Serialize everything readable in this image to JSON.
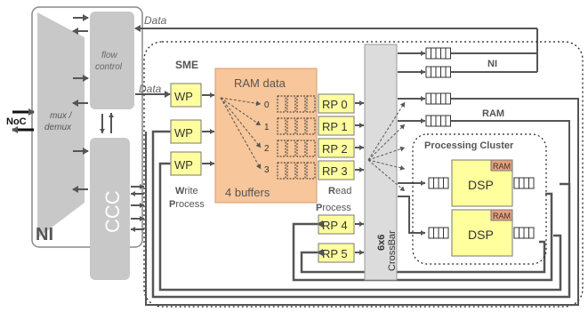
{
  "labels": {
    "data_top": "Data",
    "data_mid": "Data",
    "flow_control_1": "flow",
    "flow_control_2": "control",
    "mux_1": "mux /",
    "mux_2": "demux",
    "noc": "NoC",
    "ni_big": "NI",
    "ccc": "CCC",
    "sme": "SME",
    "ram_data": "RAM data",
    "four_buffers": "4 buffers",
    "buf_ids": [
      "0",
      "1",
      "2",
      "3"
    ],
    "wp": [
      "WP",
      "WP",
      "WP"
    ],
    "write_1": "Write",
    "write_2": "Process",
    "write_w": "W",
    "write_rest": "rite",
    "write_p": "P",
    "write_p_rest": "rocess",
    "rp": [
      "RP 0",
      "RP 1",
      "RP 2",
      "RP 3",
      "RP 4",
      "RP 5"
    ],
    "read_r": "R",
    "read_rest": "ead",
    "read_p": "P",
    "read_p_rest": "rocess",
    "crossbar_1": "6x6",
    "crossbar_2": "CrossBar",
    "ni_right": "NI",
    "ram_right": "RAM",
    "processing_cluster": "Processing Cluster",
    "dsp": [
      "DSP",
      "DSP"
    ],
    "ram_tag": [
      "RAM",
      "RAM"
    ]
  },
  "colors": {
    "gray": "#c8c8c8",
    "ram_orange": "#f7c69a",
    "yellow": "#ffff9e",
    "ram_tag": "#e8a07a",
    "line": "#555555"
  }
}
